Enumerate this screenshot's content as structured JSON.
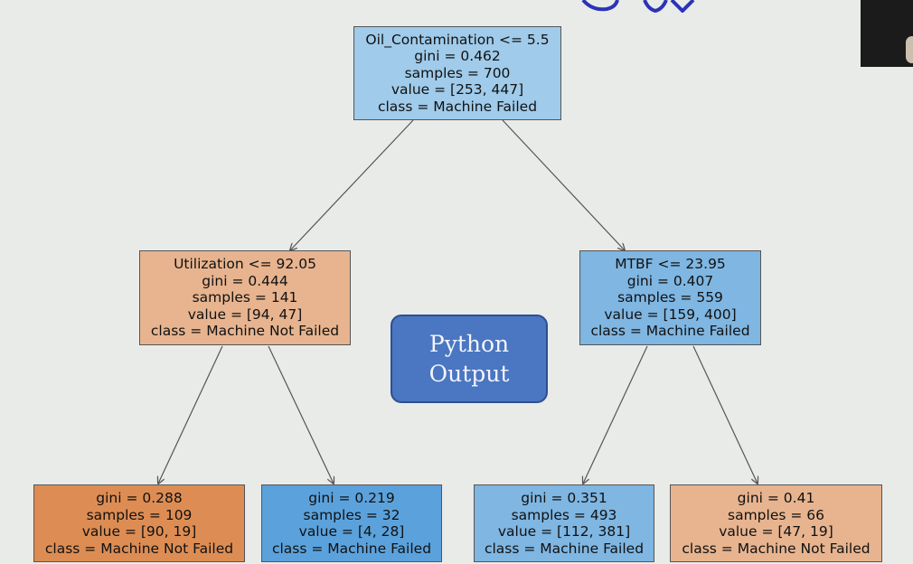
{
  "colors": {
    "background": "#e9ebe8",
    "edge": "#555555",
    "orange_light": "#e7b48f",
    "orange_dark": "#dd8d53",
    "blue_light": "#a0cbea",
    "blue_mid": "#7fb6e2",
    "blue_dark": "#5ba2dc",
    "python_box": "#4a76c2"
  },
  "tree": {
    "root": {
      "lines": [
        "Oil_Contamination <= 5.5",
        "gini = 0.462",
        "samples = 700",
        "value = [253, 447]",
        "class = Machine Failed"
      ]
    },
    "left": {
      "lines": [
        "Utilization <= 92.05",
        "gini = 0.444",
        "samples = 141",
        "value = [94, 47]",
        "class = Machine Not Failed"
      ]
    },
    "right": {
      "lines": [
        "MTBF <= 23.95",
        "gini = 0.407",
        "samples = 559",
        "value = [159, 400]",
        "class = Machine Failed"
      ]
    },
    "left_left": {
      "lines": [
        "gini = 0.288",
        "samples = 109",
        "value = [90, 19]",
        "class = Machine Not Failed"
      ]
    },
    "left_right": {
      "lines": [
        "gini = 0.219",
        "samples = 32",
        "value = [4, 28]",
        "class = Machine Failed"
      ]
    },
    "right_left": {
      "lines": [
        "gini = 0.351",
        "samples = 493",
        "value = [112, 381]",
        "class = Machine Failed"
      ]
    },
    "right_right": {
      "lines": [
        "gini = 0.41",
        "samples = 66",
        "value = [47, 19]",
        "class = Machine Not Failed"
      ]
    }
  },
  "callout": {
    "line1": "Python",
    "line2": "Output"
  }
}
